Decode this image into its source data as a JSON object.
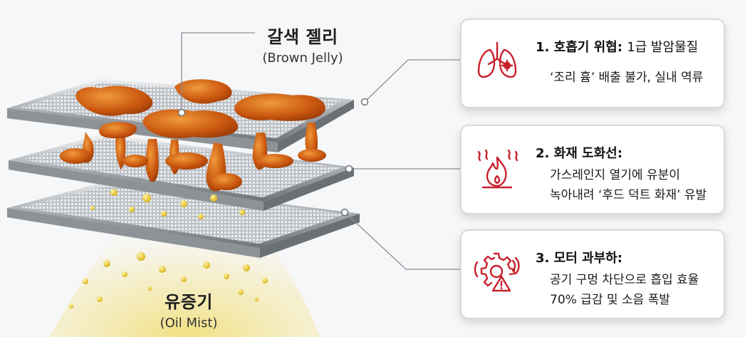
{
  "brown_jelly": {
    "label": "갈색 젤리",
    "sublabel": "(Brown Jelly)"
  },
  "oil_mist": {
    "label": "유증기",
    "sublabel": "(Oil Mist)"
  },
  "cards": [
    {
      "title": "1. 호흡기 위협:",
      "desc_inline": "1급 발암물질",
      "lines": [
        "‘조리 흄’ 배출 불가, 실내 역류"
      ],
      "icon": "lungs-icon"
    },
    {
      "title": "2. 화재 도화선:",
      "desc_inline": "",
      "lines": [
        "가스레인지 열기에 유분이",
        "녹아내려 ‘후드 덕트 화재’ 유발"
      ],
      "icon": "fire-icon"
    },
    {
      "title": "3. 모터 과부하:",
      "desc_inline": "",
      "lines": [
        "공기 구멍 차단으로 흡입 효율",
        "70% 급감 및 소음 폭발"
      ],
      "icon": "motor-warning-icon"
    }
  ],
  "colors": {
    "accent_red": "#c8202b",
    "jelly": "#c9560e",
    "mist": "#e8c832"
  }
}
